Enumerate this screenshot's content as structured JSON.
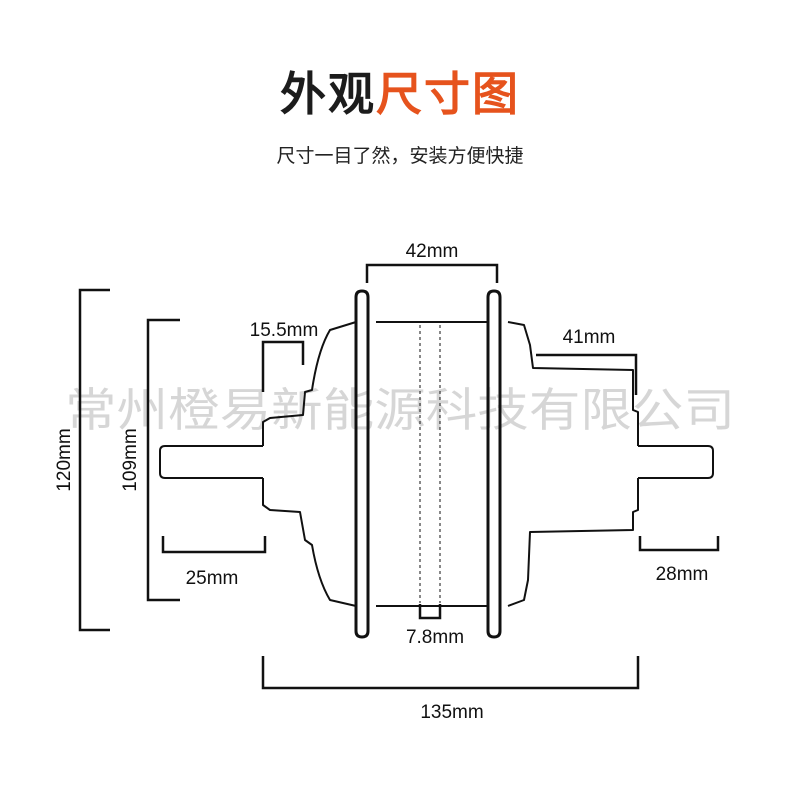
{
  "title": {
    "part1": "外观",
    "part2": "尺寸图"
  },
  "subtitle": "尺寸一目了然，安装方便快捷",
  "colors": {
    "title_dark": "#1c1c1c",
    "title_accent": "#e6531d",
    "line": "#111111"
  },
  "dimensions": {
    "width_42": "42mm",
    "width_41": "41mm",
    "width_15_5": "15.5mm",
    "height_120": "120mm",
    "height_109": "109mm",
    "len_25": "25mm",
    "len_28": "28mm",
    "width_7_8": "7.8mm",
    "len_135": "135mm"
  },
  "watermark": "常州橙易新能源科技有限公司"
}
